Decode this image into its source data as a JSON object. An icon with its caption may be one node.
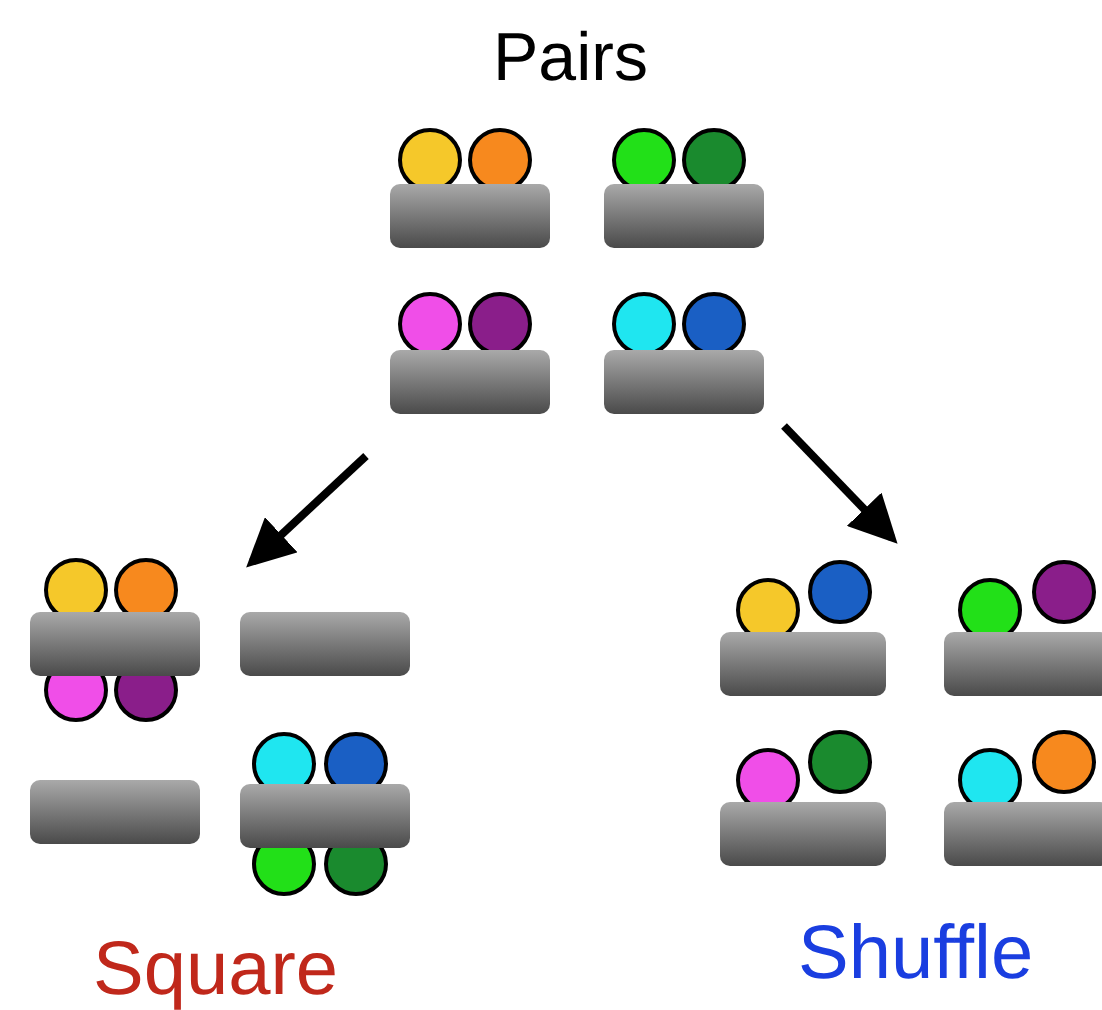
{
  "diagram": {
    "nodes": [
      {
        "text": [
          "Pairs"
        ]
      },
      {
        "text": [
          "Square"
        ]
      },
      {
        "text": [
          "Shuffle"
        ]
      }
    ],
    "edges": [
      {
        "from": 0,
        "to": 1,
        "arrow": "to"
      },
      {
        "from": 0,
        "to": 2,
        "arrow": "to"
      }
    ]
  }
}
